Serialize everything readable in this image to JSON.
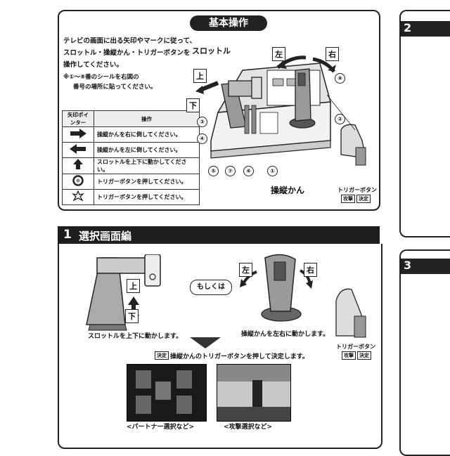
{
  "basic": {
    "title": "基本操作",
    "intro": [
      "テレビの画面に出る矢印やマークに従って、",
      "スロットル・操縦かん・トリガーボタンを",
      "操作してください。"
    ],
    "note": [
      "※①〜⑧番のシールを右図の",
      "番号の場所に貼ってください。"
    ],
    "table_headers": [
      "矢印ポインター",
      "操作"
    ],
    "rows": [
      {
        "icon": "right-arrow-icon",
        "text": "操縦かんを右に倒してください。"
      },
      {
        "icon": "left-arrow-icon",
        "text": "操縦かんを左に倒してください。"
      },
      {
        "icon": "up-arrow-icon",
        "text": "スロットルを上下に動かしてください。"
      },
      {
        "icon": "ring-target-icon",
        "text": "トリガーボタンを押してください。"
      },
      {
        "icon": "burst-target-icon",
        "text": "トリガーボタンを押してください。"
      }
    ],
    "throttle_label": "スロットル",
    "stick_label": "操縦かん",
    "trigger_label": "トリガーボタン",
    "up": "上",
    "down": "下",
    "left": "左",
    "right": "右",
    "attack": "攻撃",
    "decide": "決定",
    "nums": [
      "①",
      "②",
      "③",
      "④",
      "⑤",
      "⑥",
      "⑦",
      "⑧"
    ]
  },
  "section1": {
    "number": "1",
    "title": "選択画面編",
    "or_label": "もしくは",
    "throttle_caption": "スロットルを上下に動かします。",
    "stick_caption": "操縦かんを左右に動かします。",
    "decide_caption": "操縦かんのトリガーボタンを押して決定します。",
    "screen1_caption": "<パートナー選択など>",
    "screen2_caption": "<攻撃選択など>"
  },
  "side": {
    "num_a": "2",
    "num_b": "3"
  }
}
